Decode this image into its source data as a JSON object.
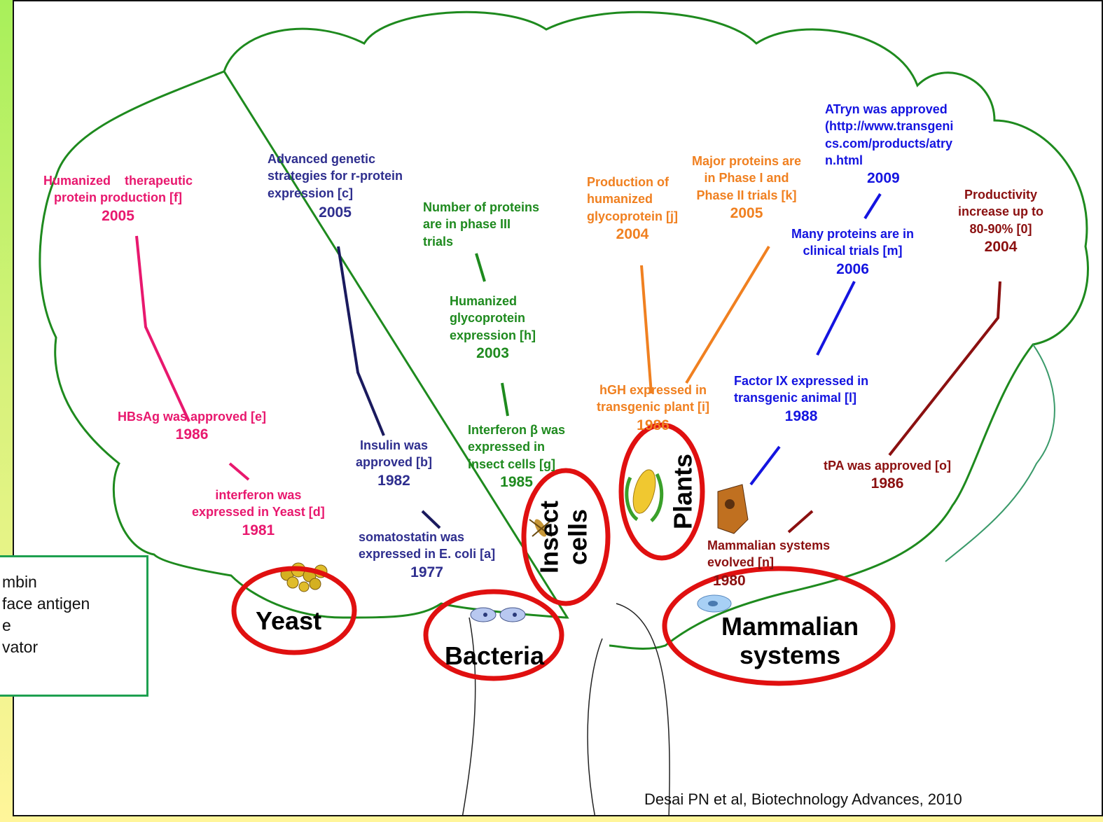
{
  "labels": {
    "humanized_therapeutic": {
      "text": "Humanized    therapeutic\nprotein production [f]",
      "year": "2005"
    },
    "advanced_genetic": {
      "text": "Advanced genetic\nstrategies for r-protein\nexpression [c]",
      "year": "2005"
    },
    "phase3": {
      "text": "Number of proteins\nare in phase III\ntrials"
    },
    "humanized_glyco_expr": {
      "text": "Humanized\nglycoprotein\nexpression [h]",
      "year": "2003"
    },
    "prod_humanized_glyco": {
      "text": "Production of\nhumanized\nglycoprotein [j]",
      "year": "2004"
    },
    "major_proteins": {
      "text": "Major proteins are\nin Phase I and\nPhase II trials [k]",
      "year": "2005"
    },
    "atryn": {
      "text": "ATryn was approved\n(http://www.transgeni\ncs.com/products/atry\nn.html",
      "year": "2009"
    },
    "many_proteins": {
      "text": "Many proteins are in\nclinical trials [m]",
      "year": "2006"
    },
    "productivity": {
      "text": "Productivity\nincrease up to\n80-90% [0]",
      "year": "2004"
    },
    "hbsag": {
      "text": "HBsAg was approved [e]",
      "year": "1986"
    },
    "interferon_yeast": {
      "text": "interferon was\nexpressed in Yeast [d]",
      "year": "1981"
    },
    "insulin": {
      "text": "Insulin was\napproved [b]",
      "year": "1982"
    },
    "somatostatin": {
      "text": "somatostatin was\nexpressed in E. coli [a]",
      "year": "1977"
    },
    "interferon_beta": {
      "text": "Interferon β was\nexpressed in\ninsect cells [g]",
      "year": "1985"
    },
    "hgh": {
      "text": "hGH expressed in\ntransgenic plant [i]",
      "year": "1986"
    },
    "factor_ix": {
      "text": "Factor IX expressed in\ntransgenic animal [l]",
      "year": "1988"
    },
    "tpa": {
      "text": "tPA was approved [o]",
      "year": "1986"
    },
    "mammalian_evolved": {
      "text": "Mammalian systems\nevolved [n]",
      "year": "1980"
    }
  },
  "systems": {
    "yeast": "Yeast",
    "bacteria": "Bacteria",
    "insect_cells": "Insect\ncells",
    "plants": "Plants",
    "mammalian": "Mammalian\nsystems"
  },
  "legend": [
    "mbin",
    "face antigen",
    "e",
    "vator"
  ],
  "citation": "Desai PN et al, Biotechnology Advances, 2010",
  "colors": {
    "background_top": "#a8f05a",
    "background_bottom": "#fff59a",
    "canopy": "#1e8a1e",
    "circle": "#e01010",
    "pink": "#e8186e",
    "navy": "#2e2e8e",
    "green": "#1e8a1e",
    "orange": "#f08020",
    "blue": "#1414e0",
    "maroon": "#8b1010"
  }
}
